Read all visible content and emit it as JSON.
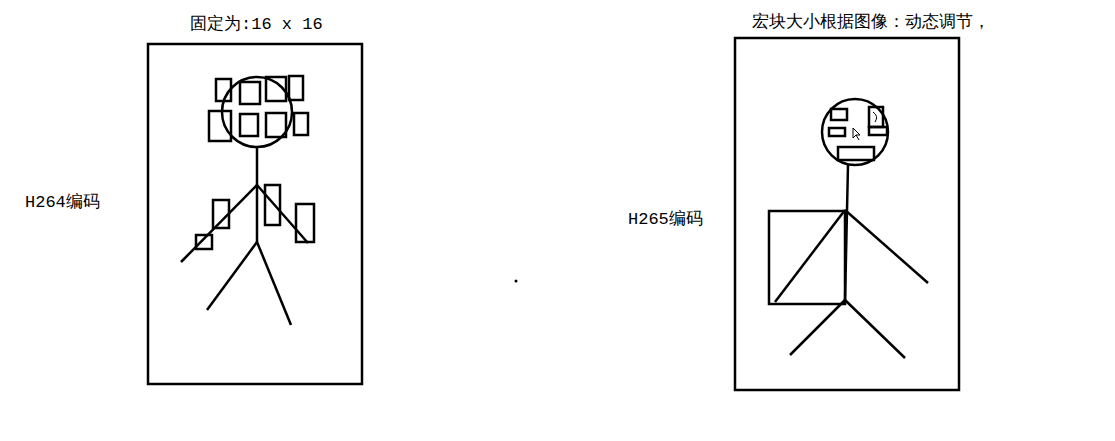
{
  "diagram": {
    "labels": [
      "固定为:16 x 16",
      "宏块大小根据图像：动态调节，",
      "H264编码",
      "H265编码"
    ]
  }
}
